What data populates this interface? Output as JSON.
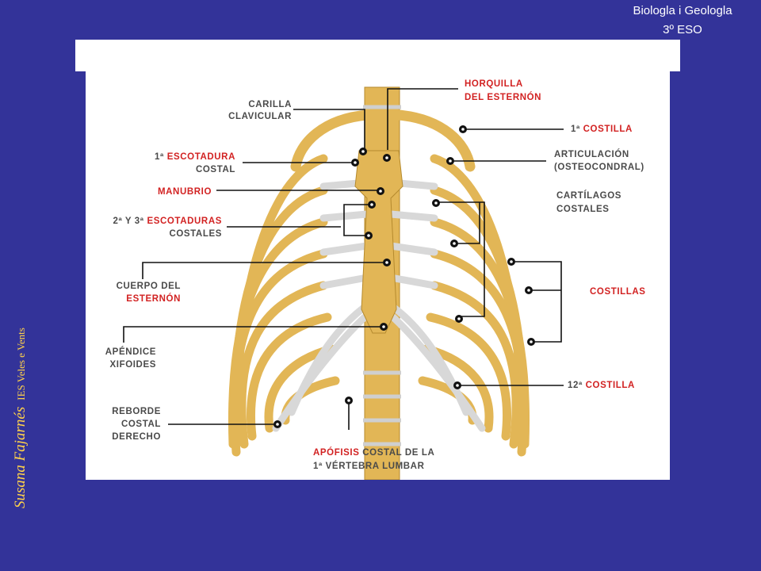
{
  "header": {
    "line1": "Biologla i Geologla",
    "line2": "3º ESO"
  },
  "credit": {
    "author": "Susana Fajarnés",
    "school": "IES Veles e Vents"
  },
  "colors": {
    "background": "#333399",
    "bone": "#e2b656",
    "cartilage": "#d8d8d8",
    "label_red": "#d22222",
    "label_dark": "#4a4a4a"
  },
  "labels": {
    "carilla_1": "CARILLA",
    "carilla_2": "CLAVICULAR",
    "escotadura1_num": "1ª",
    "escotadura1_red": "ESCOTADURA",
    "escotadura1_2": "COSTAL",
    "manubrio": "MANUBRIO",
    "escotaduras23_num": "2ª Y 3ª",
    "escotaduras23_red": "ESCOTADURAS",
    "escotaduras23_2": "COSTALES",
    "cuerpo_1": "CUERPO DEL",
    "cuerpo_2": "ESTERNÓN",
    "apendice_1": "APÉNDICE",
    "apendice_2": "XIFOIDES",
    "reborde_1": "REBORDE",
    "reborde_2": "COSTAL",
    "reborde_3": "DERECHO",
    "horquilla_1": "HORQUILLA",
    "horquilla_2": "DEL ESTERNÓN",
    "costilla1_num": "1ª",
    "costilla1_red": "COSTILLA",
    "articulacion_1": "ARTICULACIÓN",
    "articulacion_2": "(OSTEOCONDRAL)",
    "cartilagos_1": "CARTÍLAGOS",
    "cartilagos_2": "COSTALES",
    "costillas": "COSTILLAS",
    "costilla12_num": "12ª",
    "costilla12_red": "COSTILLA",
    "apofisis_red": "APÓFISIS",
    "apofisis_1": "COSTAL DE LA",
    "apofisis_2": "1ª VÉRTEBRA LUMBAR"
  }
}
